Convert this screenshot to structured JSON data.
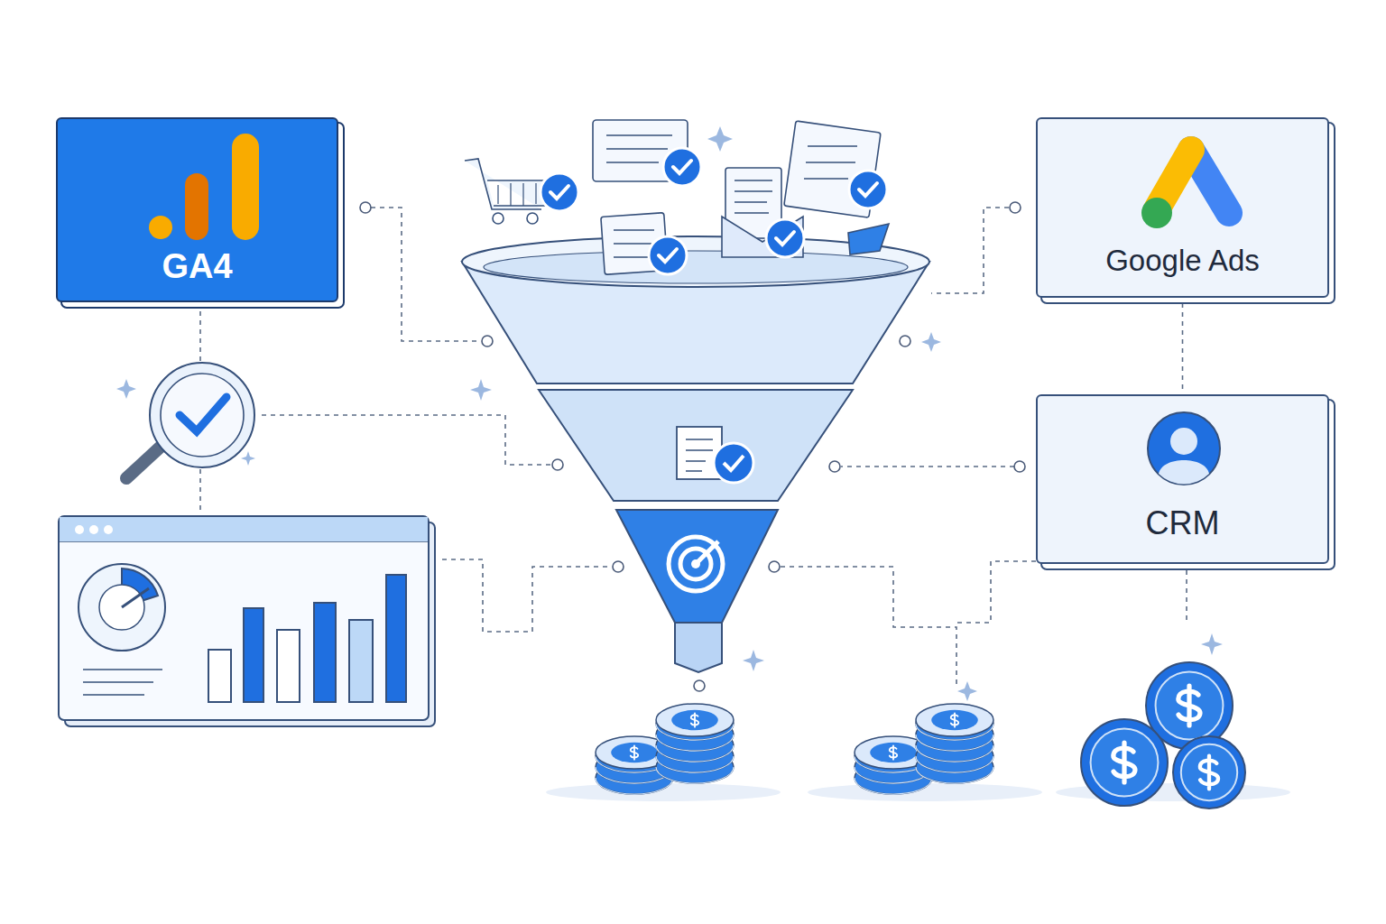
{
  "diagram": {
    "nodes": [
      {
        "text": [
          "GA4"
        ]
      },
      {
        "text": [
          "Google Ads"
        ]
      },
      {
        "text": [
          "CRM"
        ]
      }
    ],
    "edges": [
      {
        "from": 1,
        "to": 2,
        "arrow": "none"
      }
    ]
  }
}
